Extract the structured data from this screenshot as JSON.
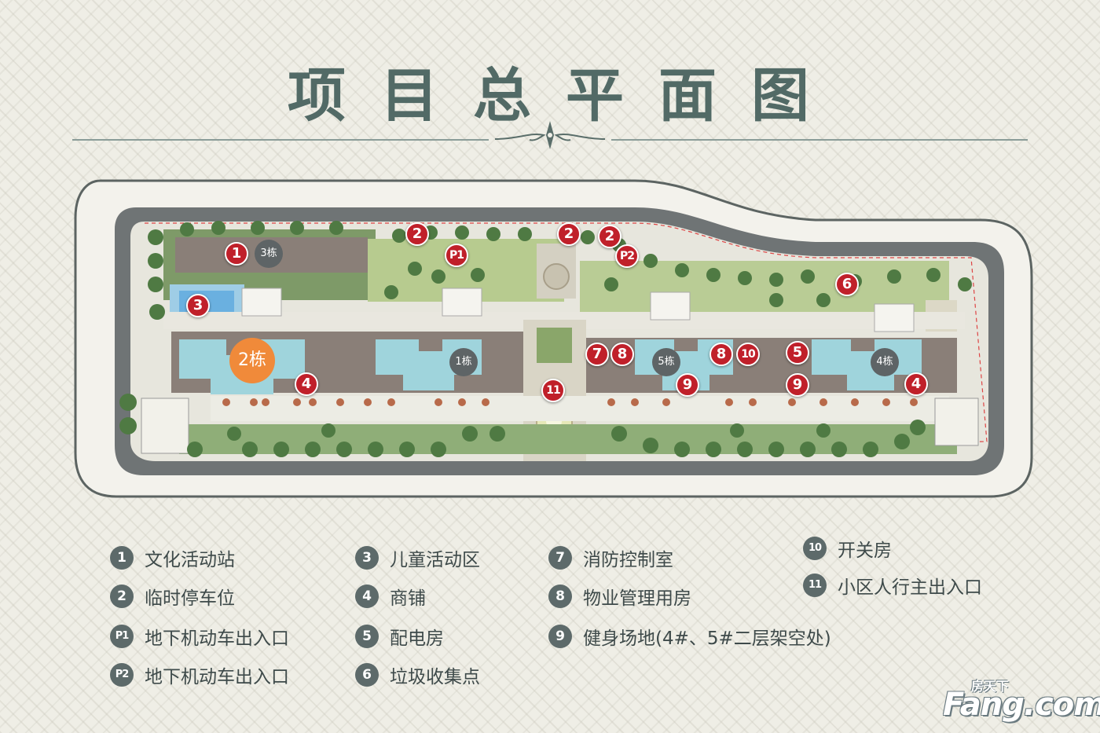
{
  "title": "项目总平面图",
  "map": {
    "building_tags": [
      {
        "id": "b3",
        "label": "3栋"
      },
      {
        "id": "b2",
        "label": "2栋"
      },
      {
        "id": "b1",
        "label": "1栋"
      },
      {
        "id": "b5",
        "label": "5栋"
      },
      {
        "id": "b4",
        "label": "4栋"
      }
    ],
    "markers": [
      {
        "label": "1"
      },
      {
        "label": "2"
      },
      {
        "label": "P1"
      },
      {
        "label": "2"
      },
      {
        "label": "2"
      },
      {
        "label": "P2"
      },
      {
        "label": "3"
      },
      {
        "label": "6"
      },
      {
        "label": "4"
      },
      {
        "label": "7"
      },
      {
        "label": "8"
      },
      {
        "label": "8"
      },
      {
        "label": "10"
      },
      {
        "label": "5"
      },
      {
        "label": "9"
      },
      {
        "label": "9"
      },
      {
        "label": "4"
      },
      {
        "label": "11"
      }
    ]
  },
  "legend": [
    {
      "num": "1",
      "text": "文化活动站"
    },
    {
      "num": "2",
      "text": "临时停车位"
    },
    {
      "num": "P1",
      "text": "地下机动车出入口"
    },
    {
      "num": "P2",
      "text": "地下机动车出入口"
    },
    {
      "num": "3",
      "text": "儿童活动区"
    },
    {
      "num": "4",
      "text": "商铺"
    },
    {
      "num": "5",
      "text": "配电房"
    },
    {
      "num": "6",
      "text": "垃圾收集点"
    },
    {
      "num": "7",
      "text": "消防控制室"
    },
    {
      "num": "8",
      "text": "物业管理用房"
    },
    {
      "num": "9",
      "text": "健身场地(4#、5#二层架空处)"
    },
    {
      "num": "10",
      "text": "开关房"
    },
    {
      "num": "11",
      "text": "小区人行主出入口"
    }
  ],
  "watermark": {
    "main": "Fang.com",
    "cn": "房天下"
  },
  "colors": {
    "marker": "#c0202a",
    "legend_badge": "#5d6a6a",
    "building_roof": "#8a7f78",
    "building_tower": "#9fd4dc",
    "highlight_tag": "#f08a3a",
    "greenery": "#5f8a4e",
    "road": "#6f7475"
  }
}
